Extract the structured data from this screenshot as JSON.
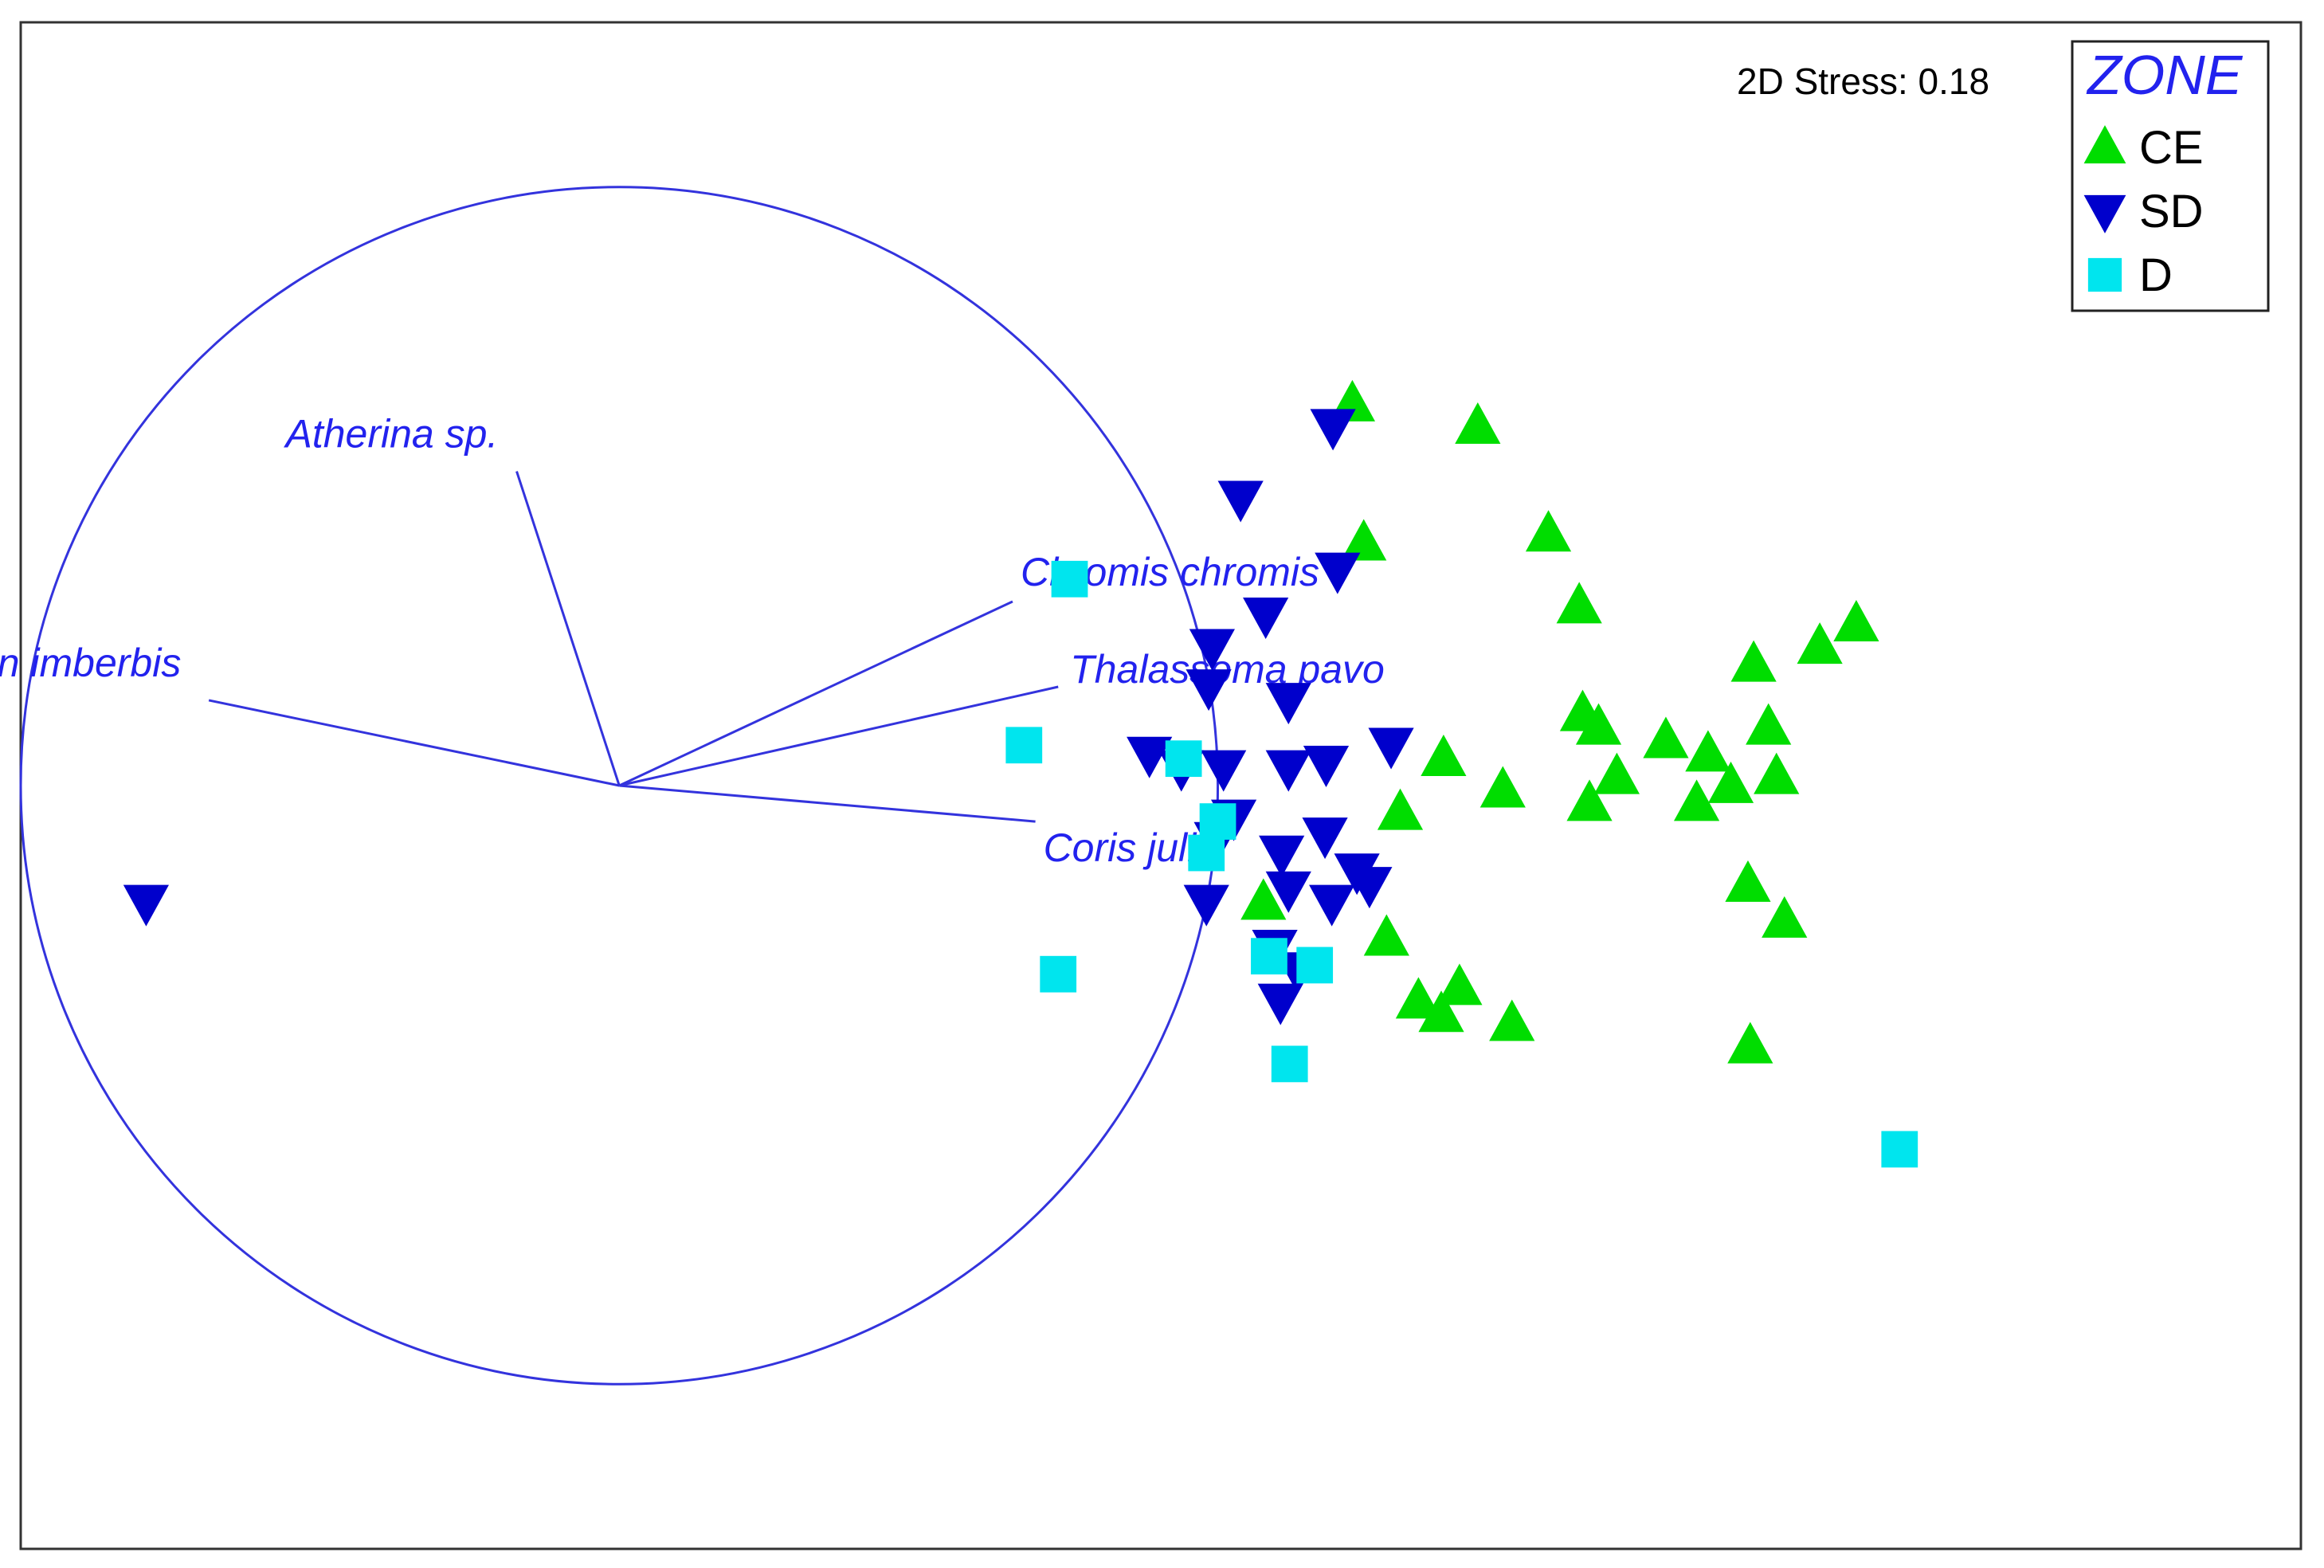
{
  "chart_data": {
    "type": "scatter",
    "title": "",
    "stress_label": "2D Stress: 0.18",
    "xlim": [
      -1.0,
      1.0
    ],
    "ylim": [
      -0.85,
      0.85
    ],
    "grid": false,
    "legend": {
      "title": "ZONE",
      "placement": "top-right",
      "items": [
        {
          "label": "CE",
          "shape": "triangle-up",
          "color": "#00dd00"
        },
        {
          "label": "SD",
          "shape": "triangle-down",
          "color": "#0000cc"
        },
        {
          "label": "D",
          "shape": "square",
          "color": "#00e5ee"
        }
      ]
    },
    "vector_circle": {
      "center": [
        -0.475,
        0.0
      ],
      "radius": 0.525,
      "color": "#3333dd"
    },
    "vectors": [
      {
        "name": "Atherina sp.",
        "end": [
          -0.565,
          0.35
        ]
      },
      {
        "name": "Apogon imberbis",
        "end": [
          -0.835,
          0.095
        ]
      },
      {
        "name": "Chromis chromis",
        "end": [
          -0.13,
          0.205
        ]
      },
      {
        "name": "Thalassoma pavo",
        "end": [
          -0.09,
          0.11
        ]
      },
      {
        "name": "Coris julis",
        "end": [
          -0.11,
          -0.04
        ]
      }
    ],
    "series": [
      {
        "name": "CE",
        "points": [
          [
            0.168,
            0.425
          ],
          [
            0.278,
            0.4
          ],
          [
            0.178,
            0.27
          ],
          [
            0.34,
            0.28
          ],
          [
            0.367,
            0.2
          ],
          [
            0.61,
            0.18
          ],
          [
            0.52,
            0.135
          ],
          [
            0.48,
            0.035
          ],
          [
            0.37,
            0.08
          ],
          [
            0.384,
            0.065
          ],
          [
            0.443,
            0.05
          ],
          [
            0.533,
            0.065
          ],
          [
            0.248,
            0.03
          ],
          [
            0.3,
            -0.005
          ],
          [
            0.4,
            0.01
          ],
          [
            0.376,
            -0.02
          ],
          [
            0.47,
            -0.02
          ],
          [
            0.5,
            0.0
          ],
          [
            0.54,
            0.01
          ],
          [
            0.21,
            -0.03
          ],
          [
            0.09,
            -0.13
          ],
          [
            0.198,
            -0.17
          ],
          [
            0.515,
            -0.11
          ],
          [
            0.547,
            -0.15
          ],
          [
            0.262,
            -0.225
          ],
          [
            0.246,
            -0.255
          ],
          [
            0.226,
            -0.24
          ],
          [
            0.308,
            -0.265
          ],
          [
            0.517,
            -0.29
          ],
          [
            0.578,
            0.155
          ]
        ]
      },
      {
        "name": "SD",
        "points": [
          [
            -0.89,
            -0.13
          ],
          [
            0.151,
            0.4
          ],
          [
            0.07,
            0.32
          ],
          [
            0.155,
            0.24
          ],
          [
            0.092,
            0.19
          ],
          [
            0.045,
            0.155
          ],
          [
            0.042,
            0.11
          ],
          [
            0.112,
            0.095
          ],
          [
            -0.01,
            0.035
          ],
          [
            0.018,
            0.02
          ],
          [
            0.055,
            0.02
          ],
          [
            0.202,
            0.045
          ],
          [
            0.112,
            0.02
          ],
          [
            0.145,
            0.025
          ],
          [
            0.064,
            -0.035
          ],
          [
            0.144,
            -0.055
          ],
          [
            0.049,
            -0.06
          ],
          [
            0.106,
            -0.075
          ],
          [
            0.172,
            -0.095
          ],
          [
            0.183,
            -0.11
          ],
          [
            0.112,
            -0.115
          ],
          [
            0.04,
            -0.13
          ],
          [
            0.15,
            -0.13
          ],
          [
            0.1,
            -0.18
          ],
          [
            0.12,
            -0.205
          ],
          [
            0.105,
            -0.24
          ]
        ]
      },
      {
        "name": "D",
        "points": [
          [
            -0.08,
            0.23
          ],
          [
            -0.12,
            0.045
          ],
          [
            0.02,
            0.03
          ],
          [
            0.05,
            -0.04
          ],
          [
            0.04,
            -0.075
          ],
          [
            -0.09,
            -0.21
          ],
          [
            0.095,
            -0.19
          ],
          [
            0.135,
            -0.2
          ],
          [
            0.113,
            -0.31
          ],
          [
            0.648,
            -0.405
          ]
        ]
      }
    ]
  }
}
